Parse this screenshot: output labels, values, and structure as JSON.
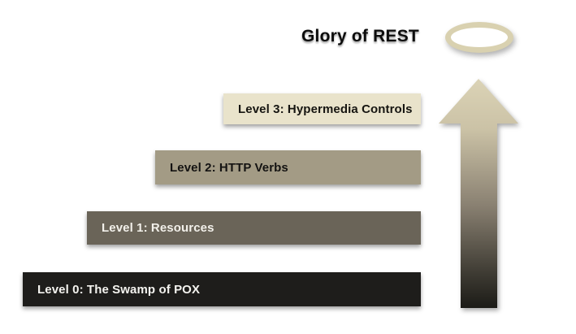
{
  "title": "Glory of REST",
  "levels": [
    {
      "label": "Level 0: The Swamp of POX",
      "color": "#1e1d1b",
      "text_color": "#f4f3ef"
    },
    {
      "label": "Level 1: Resources",
      "color": "#6a6458",
      "text_color": "#f2f0ea"
    },
    {
      "label": "Level 2: HTTP Verbs",
      "color": "#a39b85",
      "text_color": "#141312"
    },
    {
      "label": "Level 3: Hypermedia Controls",
      "color": "#e9e3cb",
      "text_color": "#161511"
    }
  ],
  "icons": {
    "halo": {
      "name": "halo-ring-icon",
      "color": "#d9d1b0"
    },
    "arrow": {
      "name": "up-arrow-icon",
      "gradient_top": "#dbd3b6",
      "gradient_mid": "#8a8172",
      "gradient_bottom": "#1c1b17"
    }
  }
}
